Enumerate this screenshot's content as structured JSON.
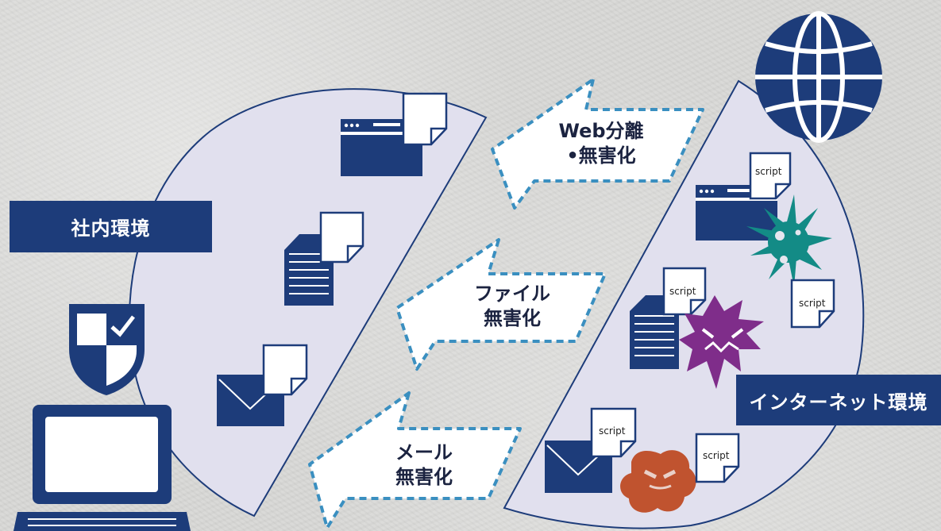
{
  "labels": {
    "internal": "社内環境",
    "internet": "インターネット環境"
  },
  "arrows": [
    {
      "line1": "Web分離",
      "line2": "•無害化"
    },
    {
      "line1": "ファイル",
      "line2": "無害化"
    },
    {
      "line1": "メール",
      "line2": "無害化"
    }
  ],
  "script_tag": "script",
  "colors": {
    "navy": "#1d3c7a",
    "lavender": "#e1e0ee",
    "dash_blue": "#3a8fc0",
    "virus_teal": "#138b86",
    "virus_purple": "#7f2d8a",
    "virus_orange": "#c0532f"
  },
  "icons": [
    "globe-icon",
    "shield-check-icon",
    "laptop-icon",
    "browser-window-icon",
    "document-icon",
    "mail-icon",
    "virus-icon"
  ]
}
